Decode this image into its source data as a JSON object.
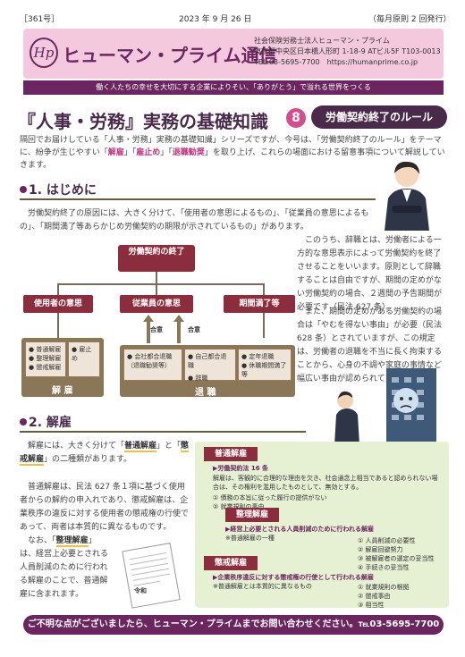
{
  "header": {
    "issue": "［361号］",
    "date": "2023 年 9 月 26 日",
    "frequency": "（毎月原則 2 回発行）",
    "logo_text": "Hp",
    "title": "ヒューマン・プライム通信",
    "org_name": "社会保険労務士法人ヒューマン・プライム",
    "org_address": "東京都中央区日本橋人形町 1-18-9 ATビル5F T103-0013",
    "org_contact": "TEL.03-5695-7700　https://humanprime.co.jp",
    "tagline": "働く人たちの幸せを大切にする企業によりそい、「ありがとう」で溢れる世界をつくる"
  },
  "article": {
    "title": "『人事・労務』実務の基礎知識",
    "number": "8",
    "subtitle": "労働契約終了のルール",
    "intro_a": "隔回でお届けしている「人事・労務」実務の基礎知識」シリーズですが、今号は、「労働契約終了のルール」をテーマに、紛争が生じやすい「",
    "intro_kw1": "解雇",
    "intro_b": "」「",
    "intro_kw2": "雇止め",
    "intro_c": "」「",
    "intro_kw3": "退職勧奨",
    "intro_d": "」を取り上げ、これらの場面における留意事項について解説していきます。"
  },
  "section1": {
    "heading": "1. はじめに",
    "p1": "労働契約終了の原因には、大きく分けて、「使用者の意思によるもの」、「従業員の意思によるもの」、「期間満了等あらかじめ労働契約の期限が示されているもの」があります。",
    "p2": "このうち、辞職とは、労働者による一方的な意思表示によって労働契約を終了させることをいいます。原則として辞職することは自由ですが、期間の定めがない労働契約の場合、２週間の予告期間が必要です（民法 627 条）。",
    "p3": "また、期間の定めがある労働契約の場合は「やむを得ない事由」が必要（民法 628 条）とされていますが、この規定は、労働者の退職を不当に長く拘束することから、心身の不調や家庭の事情など幅広い事由が認められています。"
  },
  "diagram": {
    "root": "労働契約の終了",
    "node1": "使用者の意思",
    "node2": "従業員の意思",
    "node3": "期間満了等",
    "agree": "合意",
    "group1_items": [
      "普通解雇",
      "整理解雇",
      "懲戒解雇"
    ],
    "group1_extra": "雇止め",
    "group1_label": "解 雇",
    "group2_items": [
      "会社都合退職（退職勧奨等）"
    ],
    "group2_items_b": [
      "自己都合退職",
      "辞職"
    ],
    "group2_label": "退 職",
    "group3_items": [
      "定年退職",
      "休職期間満了等"
    ]
  },
  "section2": {
    "heading": "2. 解雇",
    "p1_a": "解雇には、大きく分けて「",
    "p1_kw1": "普通解雇",
    "p1_b": "」と「",
    "p1_kw2": "懲戒解雇",
    "p1_c": "」の二種類があります。",
    "p2": "普通解雇は、民法 627 条１項に基づく使用者からの解約の申入れであり、懲戒解雇は、企業秩序の違反に対する使用者の懲戒権の行使であって、両者は本質的に異なるものです。",
    "p3_a": "なお、「",
    "p3_kw": "整理解雇",
    "p3_b": "」は、経営上必要とされる人員削減のために行われる解雇のことで、普通解雇に含まれます。",
    "paper_label": "令和"
  },
  "panel": {
    "tag1": "普通解雇",
    "law1": "▶労働契約法 16 条",
    "law1_text": "解雇は、客観的に合理的な理由を欠き、社会通念上相当であると認められない場合は、その権利を濫用したものとして、無効とする。",
    "items1": [
      "① 債務の本旨に従った履行の提供がない",
      "② 就業規則の事由"
    ],
    "tag2": "整理解雇",
    "law2": "▶経営上必要とされる人員削減のために行われる解雇",
    "law2_note": "※普通解雇の一種",
    "items2": [
      "① 人員削減の必要性",
      "② 解雇回避努力",
      "③ 被解雇者の選定の妥当性",
      "④ 手続きの妥当性"
    ],
    "tag3": "懲戒解雇",
    "law3": "▶企業秩序違反に対する懲戒権の行使として行われる解雇",
    "law3_note": "※普通解雇とは本質的に異なるもの",
    "items3": [
      "① 就業規則の根拠",
      "② 懲戒事由",
      "③ 相当性"
    ]
  },
  "footer": {
    "text": "ご不明な点がございましたら、ヒューマン・プライムまでお問い合わせください。℡03-5695-7700"
  }
}
